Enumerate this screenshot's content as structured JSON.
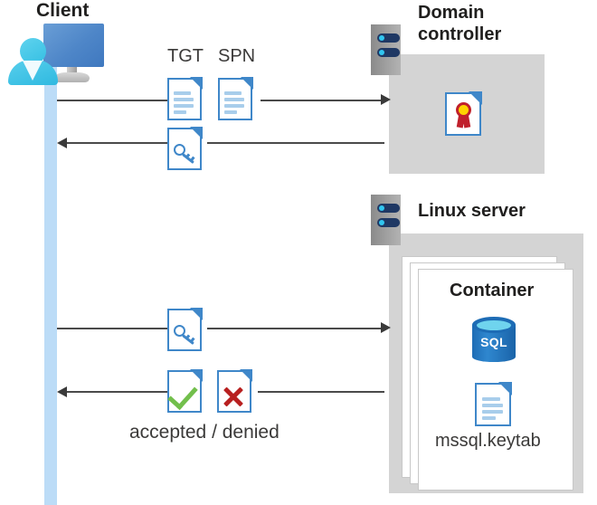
{
  "diagram": {
    "title": "Kerberos authentication flow between client, domain controller and Linux server container",
    "labels": {
      "client": "Client",
      "domain_controller": "Domain\ncontroller",
      "linux_server": "Linux server",
      "container": "Container",
      "tgt": "TGT",
      "spn": "SPN",
      "keytab_file": "mssql.keytab",
      "accepted_denied": "accepted / denied",
      "sql_badge": "SQL"
    },
    "icons": {
      "client": "client-workstation-icon",
      "server_rack": "server-rack-icon",
      "certificate": "certificate-document-icon",
      "ticket_tgt": "text-document-icon",
      "ticket_spn": "text-document-icon",
      "service_ticket": "key-document-icon",
      "session_key": "key-document-icon",
      "accepted": "check-document-icon",
      "denied": "x-document-icon",
      "sql_database": "sql-database-icon",
      "keytab": "text-document-icon"
    },
    "flows": [
      {
        "id": "flow-request-tgt-spn",
        "direction": "right",
        "from": "Client",
        "to": "Domain controller",
        "payload": "TGT + SPN"
      },
      {
        "id": "flow-service-ticket",
        "direction": "left",
        "from": "Domain controller",
        "to": "Client",
        "payload": "service ticket"
      },
      {
        "id": "flow-present-ticket",
        "direction": "right",
        "from": "Client",
        "to": "Linux server",
        "payload": "service ticket"
      },
      {
        "id": "flow-auth-result",
        "direction": "left",
        "from": "Linux server",
        "to": "Client",
        "payload": "accepted / denied"
      }
    ],
    "colors": {
      "panel_gray": "#d4d4d4",
      "lifeline_blue": "#bcdcf7",
      "doc_blue": "#3f87c9",
      "accent_cyan": "#31c6f0",
      "navy": "#1f3864",
      "check_green": "#72bf4c",
      "x_red": "#b82020",
      "seal_yellow": "#ffd400",
      "seal_red": "#c0202c",
      "text_dark": "#201f1e"
    }
  }
}
